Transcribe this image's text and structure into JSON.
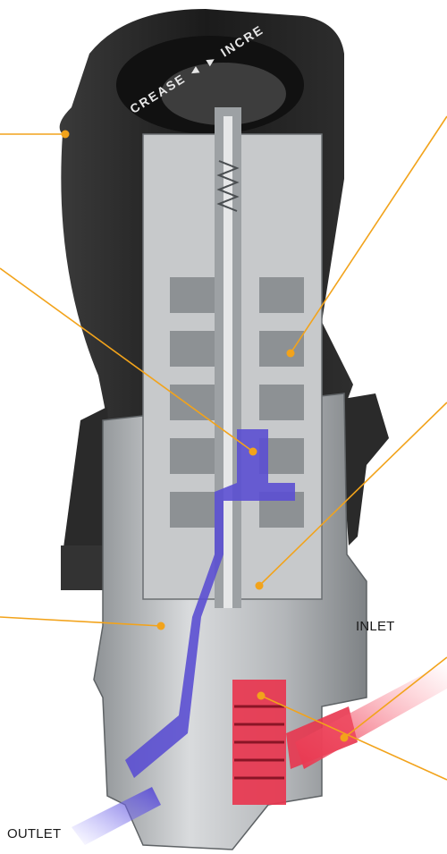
{
  "labels": {
    "inlet": "INLET",
    "outlet": "OUTLET",
    "dial_text": "CREASE ◄ ► INCRE"
  },
  "colors": {
    "leader": "#f2a31b",
    "inlet_flow": "#e8364f",
    "outlet_flow": "#5b4fd1",
    "knob": "#1e1e1e",
    "metal": "#b9bcbf"
  }
}
